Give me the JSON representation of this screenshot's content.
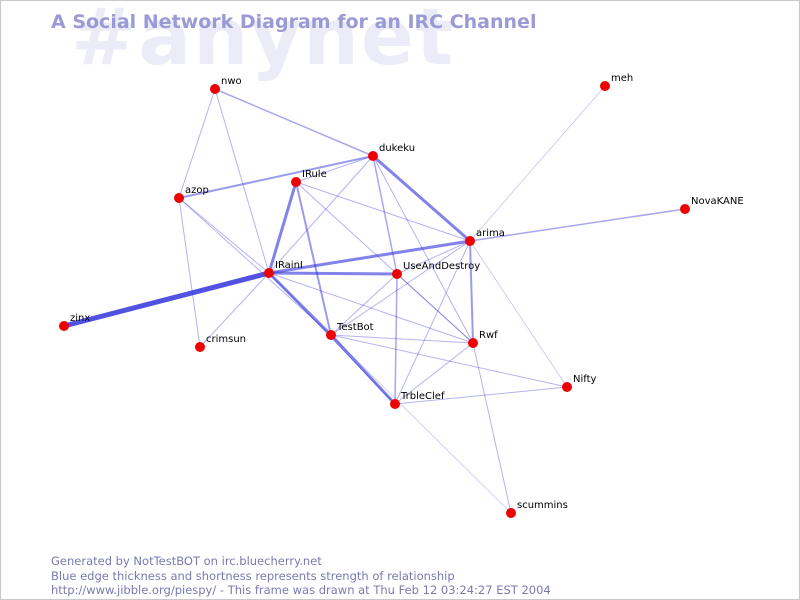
{
  "watermark": "#anynet",
  "title": "A Social Network Diagram for an IRC Channel",
  "footer": {
    "line1": "Generated by NotTestBOT on irc.bluecherry.net",
    "line2": "Blue edge thickness and shortness represents strength of relationship",
    "line3": "http://www.jibble.org/piespy/ - This frame was drawn at Thu Feb 12 03:24:27 EST 2004"
  },
  "colors": {
    "node": "#ee0000",
    "edge": "#3333dd",
    "title": "#9a9ad6",
    "watermark": "#ececf8",
    "footer": "#7a7ab0"
  },
  "graph": {
    "nodes": [
      {
        "id": "nwo",
        "label": "nwo"
      },
      {
        "id": "meh",
        "label": "meh"
      },
      {
        "id": "dukeku",
        "label": "dukeku"
      },
      {
        "id": "IRule",
        "label": "IRule"
      },
      {
        "id": "azop",
        "label": "azop"
      },
      {
        "id": "NovaKANE",
        "label": "NovaKANE"
      },
      {
        "id": "arima",
        "label": "arima"
      },
      {
        "id": "IRainI",
        "label": "IRainI"
      },
      {
        "id": "UseAndDestroy",
        "label": "UseAndDestroy"
      },
      {
        "id": "zinx",
        "label": "zinx"
      },
      {
        "id": "TestBot",
        "label": "TestBot"
      },
      {
        "id": "crimsun",
        "label": "crimsun"
      },
      {
        "id": "Rwf",
        "label": "Rwf"
      },
      {
        "id": "Nifty",
        "label": "Nifty"
      },
      {
        "id": "TrbleClef",
        "label": "TrbleClef"
      },
      {
        "id": "scummins",
        "label": "scummins"
      }
    ],
    "edges": [
      {
        "from": "zinx",
        "to": "IRainI",
        "weight": 5
      },
      {
        "from": "IRainI",
        "to": "TestBot",
        "weight": 3
      },
      {
        "from": "TestBot",
        "to": "TrbleClef",
        "weight": 3
      },
      {
        "from": "IRainI",
        "to": "arima",
        "weight": 3
      },
      {
        "from": "IRainI",
        "to": "UseAndDestroy",
        "weight": 3
      },
      {
        "from": "dukeku",
        "to": "arima",
        "weight": 3
      },
      {
        "from": "IRainI",
        "to": "IRule",
        "weight": 3
      },
      {
        "from": "azop",
        "to": "dukeku",
        "weight": 2
      },
      {
        "from": "arima",
        "to": "Rwf",
        "weight": 2
      },
      {
        "from": "IRule",
        "to": "TestBot",
        "weight": 2
      },
      {
        "from": "nwo",
        "to": "dukeku",
        "weight": 1.5
      },
      {
        "from": "dukeku",
        "to": "UseAndDestroy",
        "weight": 1.5
      },
      {
        "from": "UseAndDestroy",
        "to": "TrbleClef",
        "weight": 1.5
      },
      {
        "from": "arima",
        "to": "NovaKANE",
        "weight": 1.5
      },
      {
        "from": "nwo",
        "to": "azop",
        "weight": 1
      },
      {
        "from": "nwo",
        "to": "IRainI",
        "weight": 1
      },
      {
        "from": "azop",
        "to": "IRainI",
        "weight": 1
      },
      {
        "from": "azop",
        "to": "TestBot",
        "weight": 1
      },
      {
        "from": "azop",
        "to": "crimsun",
        "weight": 1
      },
      {
        "from": "IRule",
        "to": "arima",
        "weight": 1
      },
      {
        "from": "IRule",
        "to": "Rwf",
        "weight": 1
      },
      {
        "from": "dukeku",
        "to": "Rwf",
        "weight": 1
      },
      {
        "from": "dukeku",
        "to": "IRainI",
        "weight": 1
      },
      {
        "from": "UseAndDestroy",
        "to": "Rwf",
        "weight": 1
      },
      {
        "from": "IRainI",
        "to": "Rwf",
        "weight": 1
      },
      {
        "from": "IRainI",
        "to": "crimsun",
        "weight": 1
      },
      {
        "from": "TestBot",
        "to": "Rwf",
        "weight": 1
      },
      {
        "from": "TestBot",
        "to": "Nifty",
        "weight": 1
      },
      {
        "from": "TestBot",
        "to": "UseAndDestroy",
        "weight": 1
      },
      {
        "from": "TestBot",
        "to": "arima",
        "weight": 1
      },
      {
        "from": "TrbleClef",
        "to": "arima",
        "weight": 1
      },
      {
        "from": "TrbleClef",
        "to": "Nifty",
        "weight": 1
      },
      {
        "from": "TrbleClef",
        "to": "Rwf",
        "weight": 1
      },
      {
        "from": "Rwf",
        "to": "scummins",
        "weight": 1
      },
      {
        "from": "arima",
        "to": "meh",
        "weight": 0.7
      },
      {
        "from": "arima",
        "to": "Nifty",
        "weight": 0.7
      },
      {
        "from": "TestBot",
        "to": "scummins",
        "weight": 0.7
      },
      {
        "from": "UseAndDestroy",
        "to": "arima",
        "weight": 1
      },
      {
        "from": "dukeku",
        "to": "IRule",
        "weight": 1
      },
      {
        "from": "IRainI",
        "to": "TrbleClef",
        "weight": 1
      }
    ]
  }
}
